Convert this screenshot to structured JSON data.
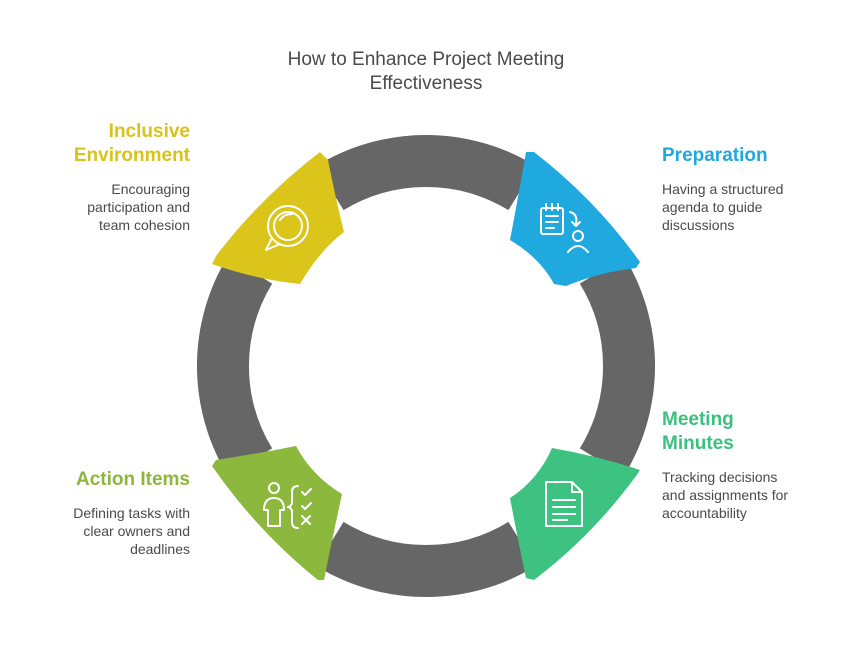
{
  "title": "How to Enhance Project Meeting Effectiveness",
  "title_line1": "How to Enhance Project Meeting",
  "title_line2": "Effectiveness",
  "colors": {
    "ring": "#666666",
    "inclusive": "#dcc51a",
    "preparation": "#20a9df",
    "minutes": "#3dc281",
    "action": "#8cb83d",
    "text": "#4a4a4a"
  },
  "steps": [
    {
      "id": "inclusive",
      "heading_line1": "Inclusive",
      "heading_line2": "Environment",
      "desc_line1": "Encouraging",
      "desc_line2": "participation and",
      "desc_line3": "team cohesion",
      "icon": "chat-bubble-icon"
    },
    {
      "id": "preparation",
      "heading_line1": "Preparation",
      "heading_line2": "",
      "desc_line1": "Having a structured",
      "desc_line2": "agenda to guide",
      "desc_line3": "discussions",
      "icon": "agenda-person-icon"
    },
    {
      "id": "minutes",
      "heading_line1": "Meeting",
      "heading_line2": "Minutes",
      "desc_line1": "Tracking decisions",
      "desc_line2": "and assignments for",
      "desc_line3": "accountability",
      "icon": "document-icon"
    },
    {
      "id": "action",
      "heading_line1": "Action Items",
      "heading_line2": "",
      "desc_line1": "Defining tasks with",
      "desc_line2": "clear owners and",
      "desc_line3": "deadlines",
      "icon": "person-checklist-icon"
    }
  ]
}
